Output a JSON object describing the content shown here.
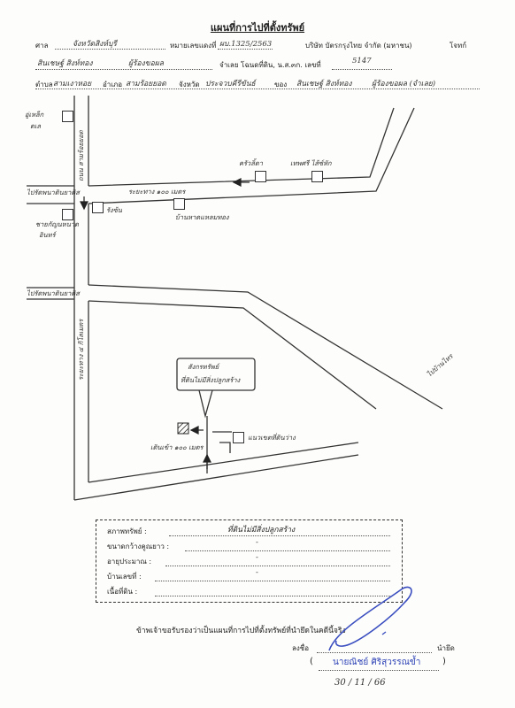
{
  "header": {
    "title": "แผนที่การไปที่ตั้งทรัพย์",
    "court_label": "ศาล",
    "court_value": "จังหวัดสิงห์บุรี",
    "case_label": "หมายเลขแดงที่",
    "case_value": "ผบ.1325/2563",
    "plaintiff_value": "บริษัท บัตรกรุงไทย จำกัด (มหาชน)",
    "plaintiff_label": "โจทก์",
    "defendant_value": "สินเชษฐ์ สิงห์ทอง",
    "defendant_suffix": "ผู้ร้องขอผล",
    "deed_label": "จำเลย โฉนดที่ดิน, น.ส.๓ก. เลขที่",
    "deed_value": "5147",
    "tambon_label": "ตำบล",
    "tambon_value": "สามเงาหอย",
    "amphoe_label": "อำเภอ",
    "amphoe_value": "สามร้อยยอด",
    "province_label": "จังหวัด",
    "province_value": "ประจวบคีรีขันธ์",
    "owner_label": "ของ",
    "owner_value": "สินเชษฐ์ สิงห์ทอง",
    "owner_suffix": "ผู้ร้องขอผล (จำเลย)"
  },
  "map": {
    "labels": {
      "top_left_box": "อู่เหล็ก",
      "top_left_box2": "ดเล",
      "road_vertical_top": "ถนน สามร้อยยอด",
      "box_a": "ครัวลิ้ดา",
      "box_b": "เทพศรี ไส้ซ์หัก",
      "dist_100": "ระยะทาง ๑๐๐ เมตร",
      "left_sign_1": "ไปรัดพนาดินยาดิส",
      "box_c": "รังซ้น",
      "box_d": "บ้านหาดแหลมทอง",
      "left_box_label": "ชายกัญนหนาด",
      "left_box_label2": "อินทร์",
      "left_sign_2": "ไปรัดพนาดินยาดิส",
      "vertical_road_label": "ระยะทาง ๔ กิโลเมตร",
      "right_road_label": "ไปบ้านไทร",
      "callout_1": "สังกรทรัพย์",
      "callout_2": "ที่ดินไม่มีสิ่งปลูกสร้าง",
      "path_label": "เดินเข้า ๑๐๐ เมตร",
      "box_e": "แนวเขตที่ดินว่าง"
    }
  },
  "property": {
    "condition_label": "สภาพทรัพย์ :",
    "condition_value": "ที่ดินไม่มีสิ่งปลูกสร้าง",
    "size_label": "ขนาดกว้างคูณยาว :",
    "size_value": "-",
    "age_label": "อายุประมาณ :",
    "age_value": "-",
    "house_no_label": "บ้านเลขที่ :",
    "house_no_value": "-",
    "area_label": "เนื้อที่ดิน :",
    "area_value": ""
  },
  "certify": {
    "statement": "ข้าพเจ้าขอรับรองว่าเป็นแผนที่การไปที่ตั้งทรัพย์ที่นำยึดในคดีนี้จริง",
    "sign_label": "ลงชื่อ",
    "role_label": "นำยึด",
    "name": "นายณิชย์ ศิริสุวรรณข้ำ",
    "date": "30 / 11 / 66"
  }
}
